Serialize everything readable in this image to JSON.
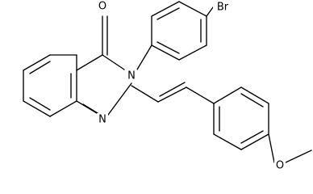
{
  "molecule": {
    "atoms": {
      "bromine": "Br",
      "carbonyl_oxygen": "O",
      "nitrogen_3": "N",
      "nitrogen_1": "N",
      "methoxy_oxygen": "O"
    }
  },
  "colors": {
    "bond": "#000000",
    "background": "#ffffff"
  }
}
